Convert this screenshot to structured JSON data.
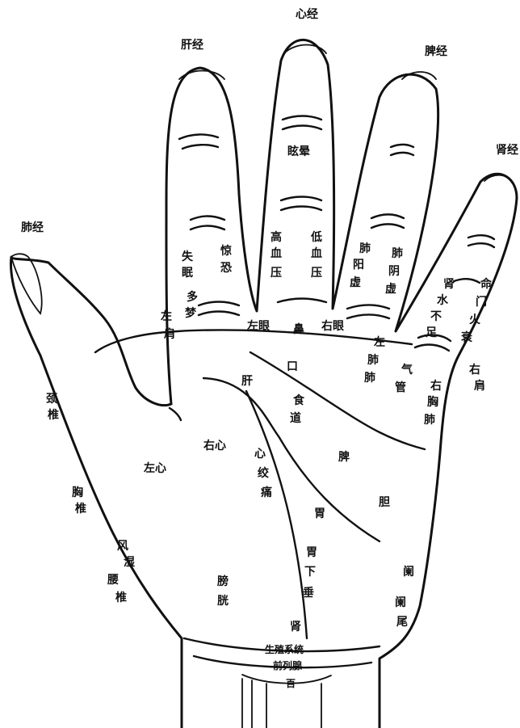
{
  "labels": {
    "meridian_liver": "肝经",
    "meridian_heart": "心经",
    "meridian_spleen": "脾经",
    "meridian_kidney": "肾经",
    "meridian_lung": "肺经",
    "vertigo": "眩晕",
    "high_bp_1": "高",
    "high_bp_2": "血",
    "high_bp_3": "压",
    "low_bp_1": "低",
    "low_bp_2": "血",
    "low_bp_3": "压",
    "insomnia_1": "失",
    "insomnia_2": "眠",
    "fright_1": "惊",
    "fright_2": "恐",
    "lung_yang_1": "肺",
    "lung_yang_2": "阳",
    "lung_yang_3": "虚",
    "lung_yin_1": "肺",
    "lung_yin_2": "阴",
    "lung_yin_3": "虚",
    "kidney_water_1": "肾",
    "kidney_water_2": "水",
    "kidney_water_3": "不",
    "kidney_water_4": "足",
    "mingmen_1": "命",
    "mingmen_2": "门",
    "mingmen_3": "火",
    "mingmen_4": "衰",
    "left_shoulder_1": "左",
    "left_shoulder_2": "肩",
    "dream_1": "多",
    "dream_2": "梦",
    "left_eye": "左眼",
    "nose": "鼻",
    "right_eye": "右眼",
    "right_shoulder_1": "右",
    "right_shoulder_2": "肩",
    "left_lung_1": "左",
    "left_lung_2": "肺",
    "left_lung_3": "肺",
    "trachea_1": "气",
    "trachea_2": "管",
    "right_lung_1": "右",
    "right_lung_2": "胸",
    "right_lung_3": "肺",
    "mouth": "口",
    "liver": "肝",
    "esophagus_1": "食",
    "esophagus_2": "道",
    "cervical_1": "颈",
    "cervical_2": "椎",
    "thoracic_1": "胸",
    "thoracic_2": "椎",
    "left_heart": "左心",
    "right_heart": "右心",
    "angina_1": "心",
    "angina_2": "绞",
    "angina_3": "痛",
    "spleen": "脾",
    "gallbladder": "胆",
    "stomach": "胃",
    "rheum_1": "风",
    "rheum_2": "湿",
    "lumbar_1": "腰",
    "lumbar_2": "椎",
    "ptosis_1": "胃",
    "ptosis_2": "下",
    "ptosis_3": "垂",
    "bladder_1": "膀",
    "bladder_2": "胱",
    "kidney": "肾",
    "colon": "阑",
    "appendix_1": "阑",
    "appendix_2": "尾",
    "reproductive": "生殖系统",
    "prostate": "前列腺",
    "hundred": "百"
  }
}
